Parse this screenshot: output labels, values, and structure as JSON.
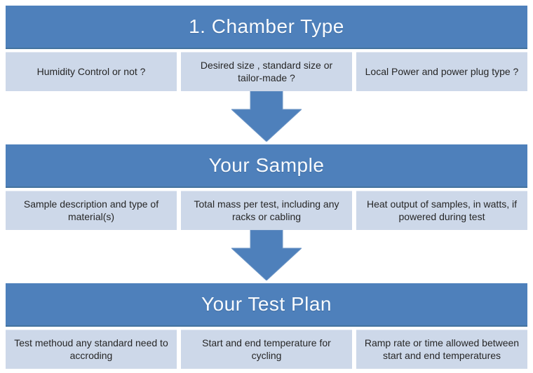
{
  "diagram": {
    "type": "flowchart",
    "direction": "top-down",
    "sections": [
      {
        "title": "1. Chamber Type",
        "cells": [
          "Humidity Control or not ?",
          "Desired size , standard size or tailor-made ?",
          "Local Power and power plug type ?"
        ]
      },
      {
        "title": "Your Sample",
        "cells": [
          "Sample description and type of material(s)",
          "Total mass per test, including any racks or cabling",
          "Heat output of samples, in watts, if powered during test"
        ]
      },
      {
        "title": "Your Test Plan",
        "cells": [
          "Test methoud any standard need to accroding",
          "Start and end temperature for cycling",
          "Ramp rate or time allowed between start and end temperatures"
        ]
      }
    ],
    "connectors": [
      "down-arrow",
      "down-arrow"
    ]
  },
  "colors": {
    "header_bg": "#4e80bb",
    "header_text": "#f8fbfe",
    "cell_bg": "#cdd8e9",
    "cell_text": "#262626",
    "arrow_fill": "#4e80bb",
    "background": "#ffffff"
  }
}
